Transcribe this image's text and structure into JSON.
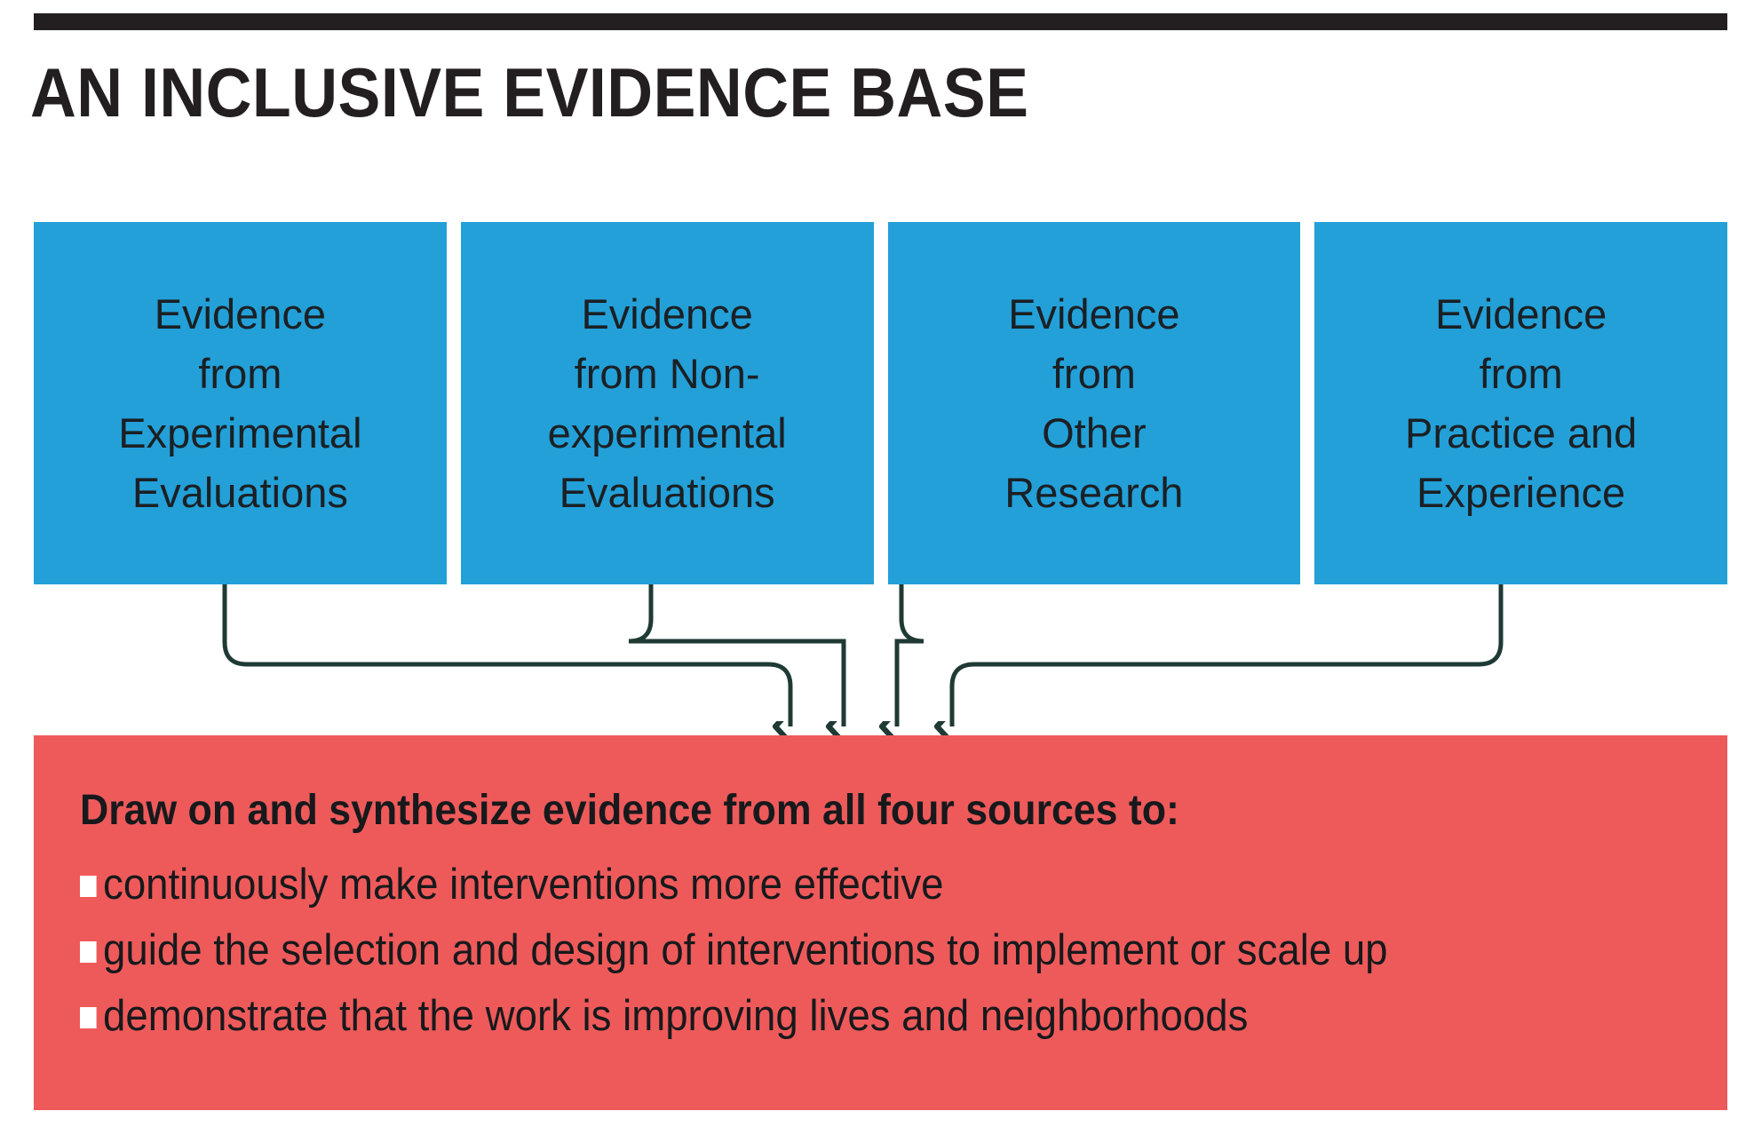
{
  "page": {
    "title": "AN INCLUSIVE EVIDENCE BASE",
    "background_color": "#ffffff",
    "rule_color": "#231f20"
  },
  "colors": {
    "source_box_blue": "#23a0d8",
    "actions_panel_red": "#ee5a5a",
    "connector_green": "#1f3a34",
    "text_dark": "#17191c",
    "bullet_white": "#ffffff"
  },
  "sources": {
    "items": [
      {
        "id": "experimental-evaluations",
        "label": "Evidence\nfrom\nExperimental\nEvaluations"
      },
      {
        "id": "non-experimental-evaluations",
        "label": "Evidence\nfrom Non-\nexperimental\nEvaluations"
      },
      {
        "id": "other-research",
        "label": "Evidence\nfrom\nOther\nResearch"
      },
      {
        "id": "practice-and-experience",
        "label": "Evidence\nfrom\nPractice and\nExperience"
      }
    ]
  },
  "actions": {
    "heading": "Draw on and synthesize evidence from all four sources to:",
    "items": [
      "continuously make interventions more effective",
      "guide the selection and design of interventions to implement or scale up",
      "demonstrate that the work is improving lives and neighborhoods"
    ]
  },
  "connectors": {
    "count": 4,
    "description": "Four elbow connectors from the bottom of each blue source box converging to four downward arrowheads above the red panel."
  }
}
